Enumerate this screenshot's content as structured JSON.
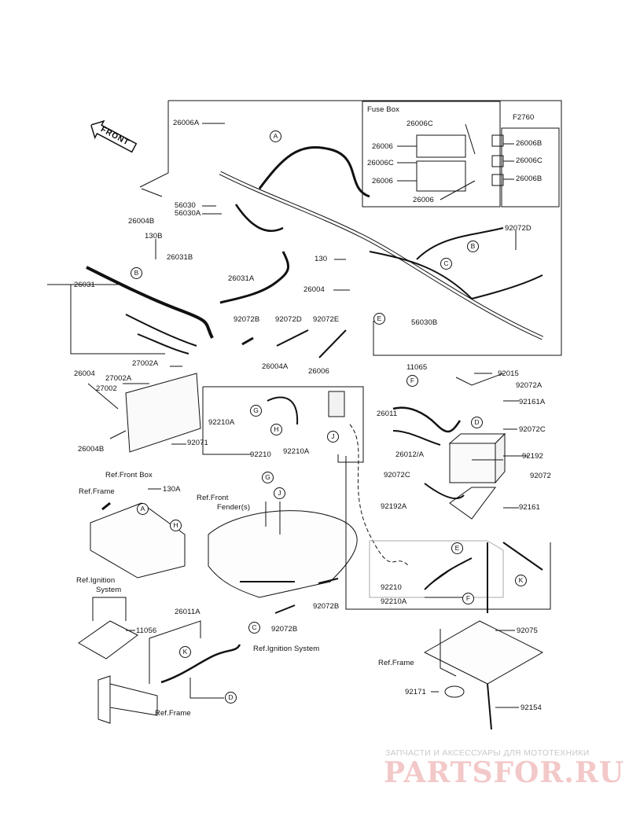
{
  "diagram_code": "F2760",
  "front_label": "FRONT",
  "fuse_box": {
    "title": "Fuse Box",
    "parts_left": [
      "26006C",
      "26006",
      "26006C",
      "26006",
      "26006"
    ],
    "parts_right": [
      "26006B",
      "26006C",
      "26006B"
    ]
  },
  "parts": {
    "p26006A": "26006A",
    "p26004B_top": "26004B",
    "p56030": "56030",
    "p56030A": "56030A",
    "p130B": "130B",
    "p26031B": "26031B",
    "p26031": "26031",
    "p26031A": "26031A",
    "p130": "130",
    "p26004": "26004",
    "p56030B": "56030B",
    "p92072D_right": "92072D",
    "p92072B_a": "92072B",
    "p92072D": "92072D",
    "p92072E": "92072E",
    "p27002A": "27002A",
    "p26004_left": "26004",
    "p27002A_b": "27002A",
    "p27002": "27002",
    "p26004B_left": "26004B",
    "p92071": "92071",
    "p26004A": "26004A",
    "p26006_mid": "26006",
    "p92210A_a": "92210A",
    "p92210_a": "92210",
    "p92210A_b": "92210A",
    "p11065": "11065",
    "p92015": "92015",
    "p92072A": "92072A",
    "p92161A": "92161A",
    "p26011": "26011",
    "p92072C_a": "92072C",
    "p26012A": "26012/A",
    "p92192": "92192",
    "p92072C_b": "92072C",
    "p92072": "92072",
    "p92192A": "92192A",
    "p92161": "92161",
    "p130A": "130A",
    "p92210_b": "92210",
    "p92210A_c": "92210A",
    "p92072B_b": "92072B",
    "p92072B_c": "92072B",
    "p11056": "11056",
    "p26011A": "26011A",
    "p92075": "92075",
    "p92171": "92171",
    "p92154": "92154"
  },
  "refs": {
    "front_box": "Ref.Front Box",
    "frame_1": "Ref.Frame",
    "front_fender_1": "Ref.Front",
    "front_fender_2": "Fender(s)",
    "ignition_1": "Ref.Ignition",
    "ignition_2": "System",
    "ignition_inline": "Ref.Ignition System",
    "frame_2": "Ref.Frame",
    "frame_3": "Ref.Frame"
  },
  "callouts": [
    "A",
    "B",
    "C",
    "D",
    "E",
    "F",
    "G",
    "H",
    "J",
    "K"
  ],
  "watermark": {
    "tagline": "ЗАПЧАСТИ И АКСЕССУАРЫ ДЛЯ МОТОТЕХНИКИ",
    "logo": "PARTSFOR.RU"
  }
}
